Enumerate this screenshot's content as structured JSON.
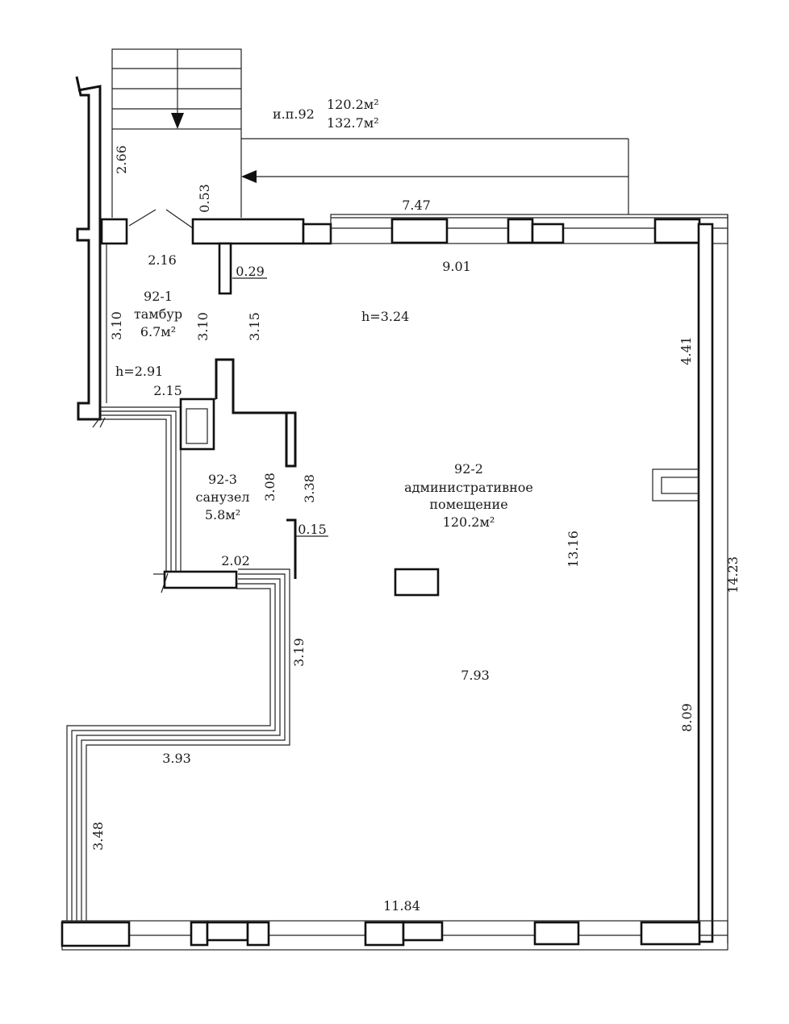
{
  "plan": {
    "header": {
      "unit_id": "и.п.92",
      "area_main": "120.2м²",
      "area_total": "132.7м²"
    },
    "rooms": [
      {
        "id": "92-1",
        "name": "тамбур",
        "area": "6.7м²",
        "height": "h=2.91"
      },
      {
        "id": "92-2",
        "name_line1": "административное",
        "name_line2": "помещение",
        "area": "120.2м²",
        "height": "h=3.24"
      },
      {
        "id": "92-3",
        "name": "санузел",
        "area": "5.8м²"
      }
    ],
    "dimensions": {
      "stair_height": "2.66",
      "door_offset": "0.53",
      "top_wall": "7.47",
      "vestibule_width": "2.16",
      "pier_width": "0.29",
      "main_top": "9.01",
      "vestibule_left": "3.10",
      "vestibule_right": "3.10",
      "vestibule_partition": "3.15",
      "right_upper": "4.41",
      "vestibule_bottom": "2.15",
      "wc_left": "3.08",
      "wc_right": "3.38",
      "wc_pier": "0.15",
      "main_depth": "13.16",
      "right_total": "14.23",
      "wc_bottom": "2.02",
      "step_vertical": "3.19",
      "main_width": "7.93",
      "right_lower": "8.09",
      "step_horizontal": "3.93",
      "left_lower": "3.48",
      "bottom_wall": "11.84"
    }
  }
}
